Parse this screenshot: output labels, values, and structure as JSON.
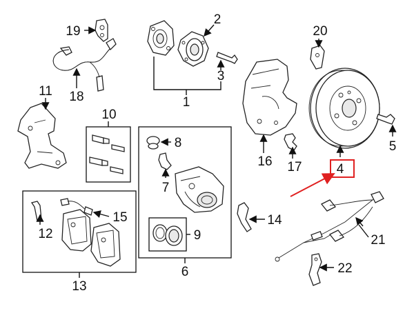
{
  "diagram": {
    "callouts": [
      {
        "id": "p1",
        "label": "1"
      },
      {
        "id": "p2",
        "label": "2"
      },
      {
        "id": "p3",
        "label": "3"
      },
      {
        "id": "p4",
        "label": "4"
      },
      {
        "id": "p5",
        "label": "5"
      },
      {
        "id": "p6",
        "label": "6"
      },
      {
        "id": "p7",
        "label": "7"
      },
      {
        "id": "p8",
        "label": "8"
      },
      {
        "id": "p9",
        "label": "9"
      },
      {
        "id": "p10",
        "label": "10"
      },
      {
        "id": "p11",
        "label": "11"
      },
      {
        "id": "p12",
        "label": "12"
      },
      {
        "id": "p13",
        "label": "13"
      },
      {
        "id": "p14",
        "label": "14"
      },
      {
        "id": "p15",
        "label": "15"
      },
      {
        "id": "p16",
        "label": "16"
      },
      {
        "id": "p17",
        "label": "17"
      },
      {
        "id": "p18",
        "label": "18"
      },
      {
        "id": "p19",
        "label": "19"
      },
      {
        "id": "p20",
        "label": "20"
      },
      {
        "id": "p21",
        "label": "21"
      },
      {
        "id": "p22",
        "label": "22"
      }
    ],
    "highlight": {
      "target": "4",
      "box_color": "#e02020",
      "arrow_color": "#e02020"
    }
  }
}
